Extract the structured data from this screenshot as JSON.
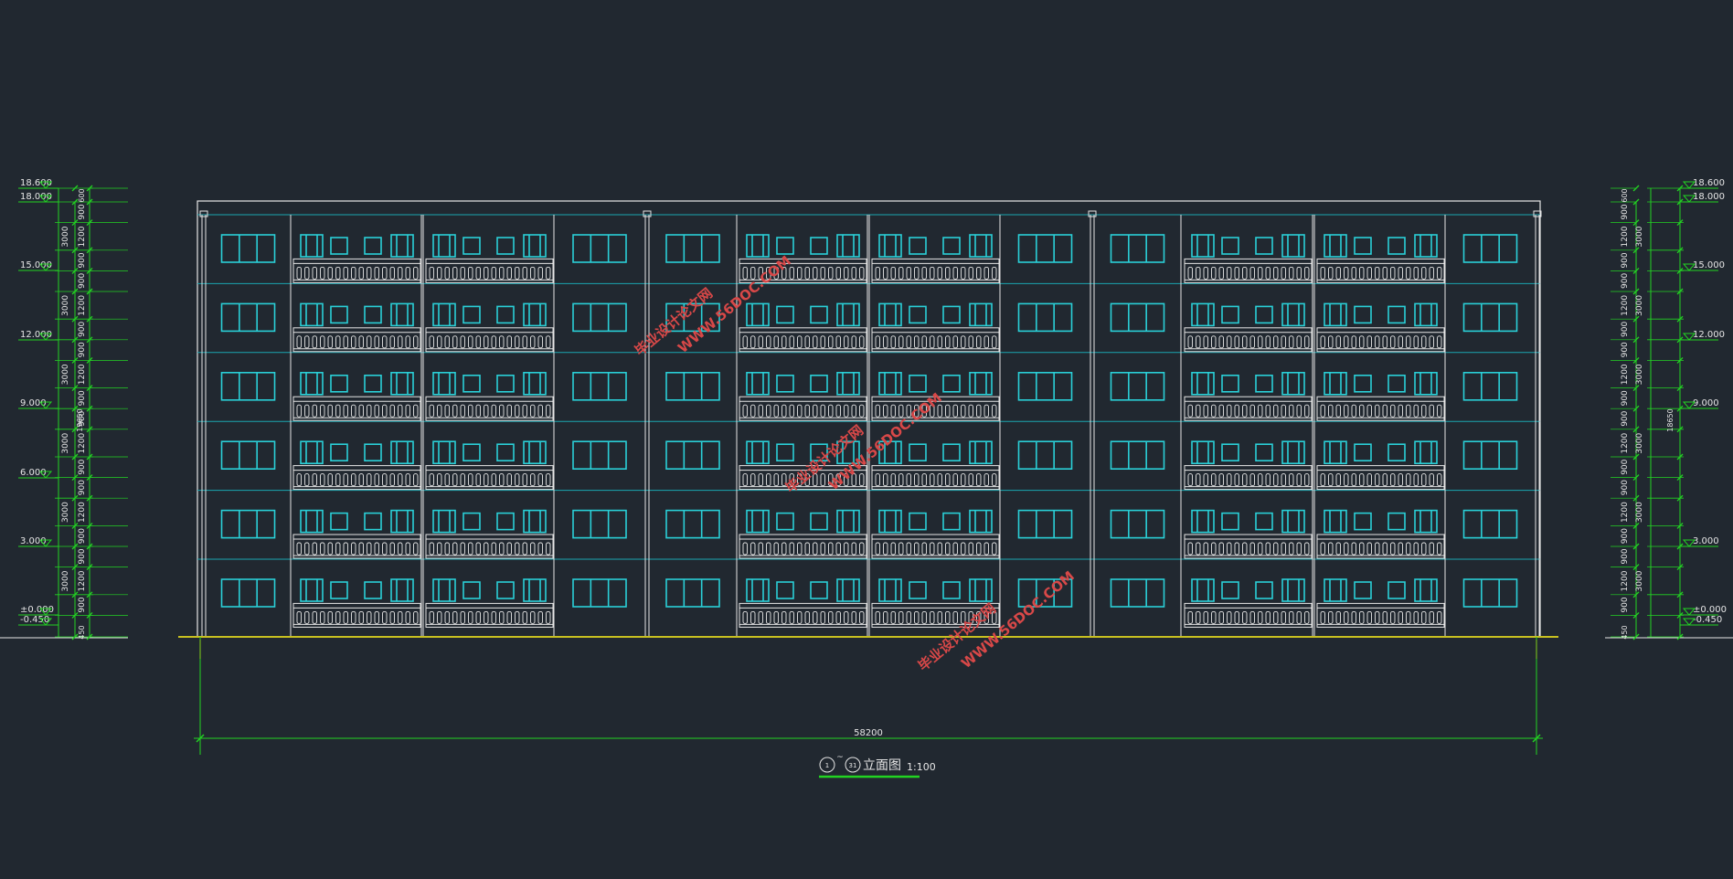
{
  "drawing": {
    "overall_dimension": "58200",
    "title_from": "1",
    "title_to": "31",
    "title_tilde": "~",
    "title_text": "立面图",
    "scale": "1:100",
    "total_height_left": "19650",
    "total_height_right": "18650"
  },
  "elevations": {
    "left": [
      "18.600",
      "18.000",
      "15.000",
      "12.000",
      "9.000",
      "6.000",
      "3.000",
      "±0.000",
      "-0.450"
    ],
    "right": [
      "18.600",
      "18.000",
      "15.000",
      "12.000",
      "9.000",
      "3.000",
      "±0.000",
      "-0.450"
    ]
  },
  "dims": {
    "parapet": "600",
    "floor_total": "3000",
    "floor_parts": [
      "900",
      "1200",
      "900"
    ],
    "plinth": "450"
  },
  "watermarks": [
    {
      "line1": "毕业设计论文网",
      "line2": "WWW.56DOC.COM"
    },
    {
      "line1": "毕业设计论文网",
      "line2": "WWW.56DOC.COM"
    },
    {
      "line1": "毕业设计论文网",
      "line2": "WWW.56DOC.COM"
    }
  ],
  "colors": {
    "background": "#212830",
    "outline": "#e6e6e6",
    "windows": "#2ad0d8",
    "floor_lines": "#1aa6b0",
    "dimension": "#22d322",
    "ground": "#c8c020",
    "watermark": "#d84848",
    "marker_red": "#e02020"
  }
}
